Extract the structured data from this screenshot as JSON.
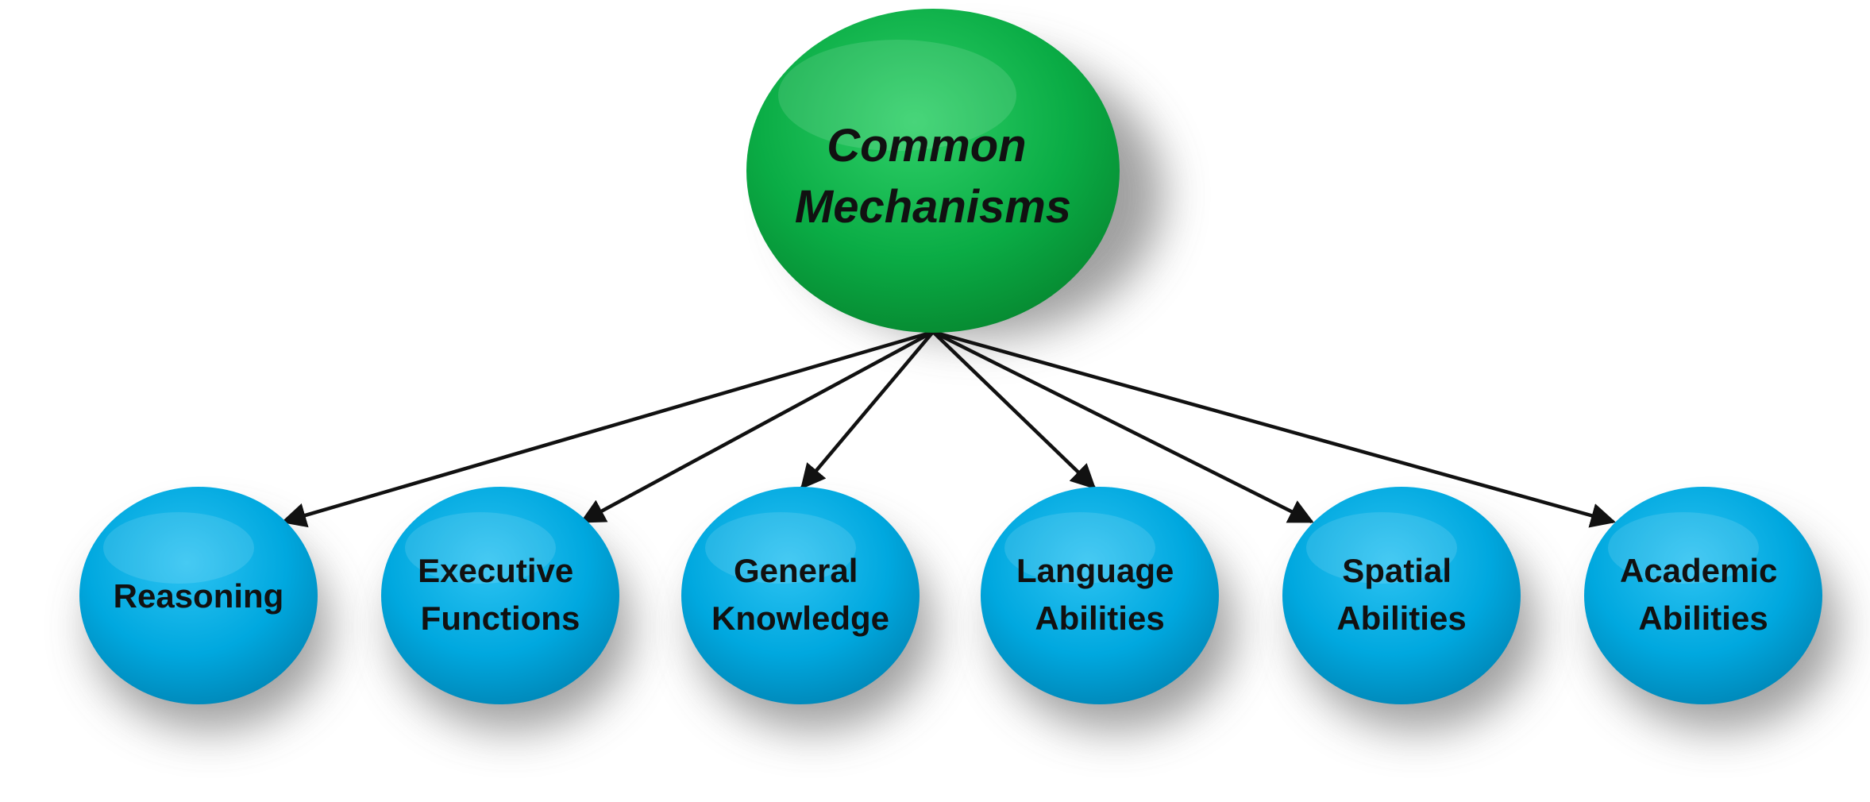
{
  "root": {
    "lines": [
      "Common",
      "Mechanisms"
    ],
    "color": "#0aac45"
  },
  "children": [
    {
      "lines": [
        "Reasoning"
      ]
    },
    {
      "lines": [
        "Executive",
        "Functions"
      ]
    },
    {
      "lines": [
        "General",
        "Knowledge"
      ]
    },
    {
      "lines": [
        "Language",
        "Abilities"
      ]
    },
    {
      "lines": [
        "Spatial",
        "Abilities"
      ]
    },
    {
      "lines": [
        "Academic",
        "Abilities"
      ]
    }
  ],
  "child_color": "#00a8df",
  "arrow_color": "#111111"
}
